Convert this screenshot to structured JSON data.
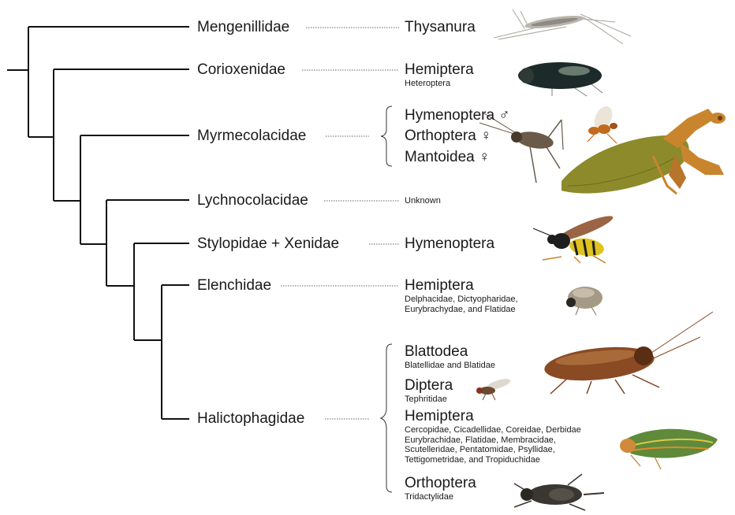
{
  "families": [
    {
      "name": "Mengenillidae"
    },
    {
      "name": "Corioxenidae"
    },
    {
      "name": "Myrmecolacidae"
    },
    {
      "name": "Lychnocolacidae"
    },
    {
      "name": "Stylopidae + Xenidae"
    },
    {
      "name": "Elenchidae"
    },
    {
      "name": "Halictophagidae"
    }
  ],
  "hosts": {
    "thysanura": {
      "name": "Thysanura"
    },
    "hemiptera_a": {
      "name": "Hemiptera",
      "detail": "Heteroptera"
    },
    "hymenoptera_male": {
      "name": "Hymenoptera ♂"
    },
    "orthoptera_female": {
      "name": "Orthoptera ♀"
    },
    "mantoidea_female": {
      "name": "Mantoidea ♀"
    },
    "unknown": {
      "name": "Unknown"
    },
    "hymenoptera": {
      "name": "Hymenoptera"
    },
    "hemiptera_b": {
      "name": "Hemiptera",
      "detail": "Delphacidae, Dictyopharidae,\nEurybrachydae, and Flatidae"
    },
    "blattodea": {
      "name": "Blattodea",
      "detail": "Blatellidae and Blatidae"
    },
    "diptera": {
      "name": "Diptera",
      "detail": "Tephritidae"
    },
    "hemiptera_c": {
      "name": "Hemiptera",
      "detail": "Cercopidae, Cicadellidae, Coreidae, Derbidae\nEurybrachidae, Flatidae, Membracidae,\nScutelleridae, Pentatomidae, Psyllidae,\nTettigometridae, and Tropiduchidae"
    },
    "orthoptera": {
      "name": "Orthoptera",
      "detail": "Tridactylidae"
    }
  },
  "colors": {
    "tree": "#111111",
    "leader": "#666666",
    "silverfish": "#b9b6ae",
    "bug": "#1d2a2a",
    "ant": "#c26a1e",
    "cricket": "#6b5a4a",
    "mantis": "#c9852e",
    "mantis_wing": "#8c8a2a",
    "wasp_yellow": "#e0c31e",
    "planthopper": "#a49a86",
    "cockroach": "#8a4a24",
    "fly": "#6a4a30",
    "leafhopper": "#5e8a3a",
    "mole_cricket": "#3a3632"
  },
  "icons": [
    "silverfish-icon",
    "water-bug-icon",
    "ant-icon",
    "cricket-icon",
    "mantis-icon",
    "wasp-icon",
    "planthopper-icon",
    "cockroach-icon",
    "fly-icon",
    "leafhopper-icon",
    "pygmy-mole-cricket-icon"
  ]
}
